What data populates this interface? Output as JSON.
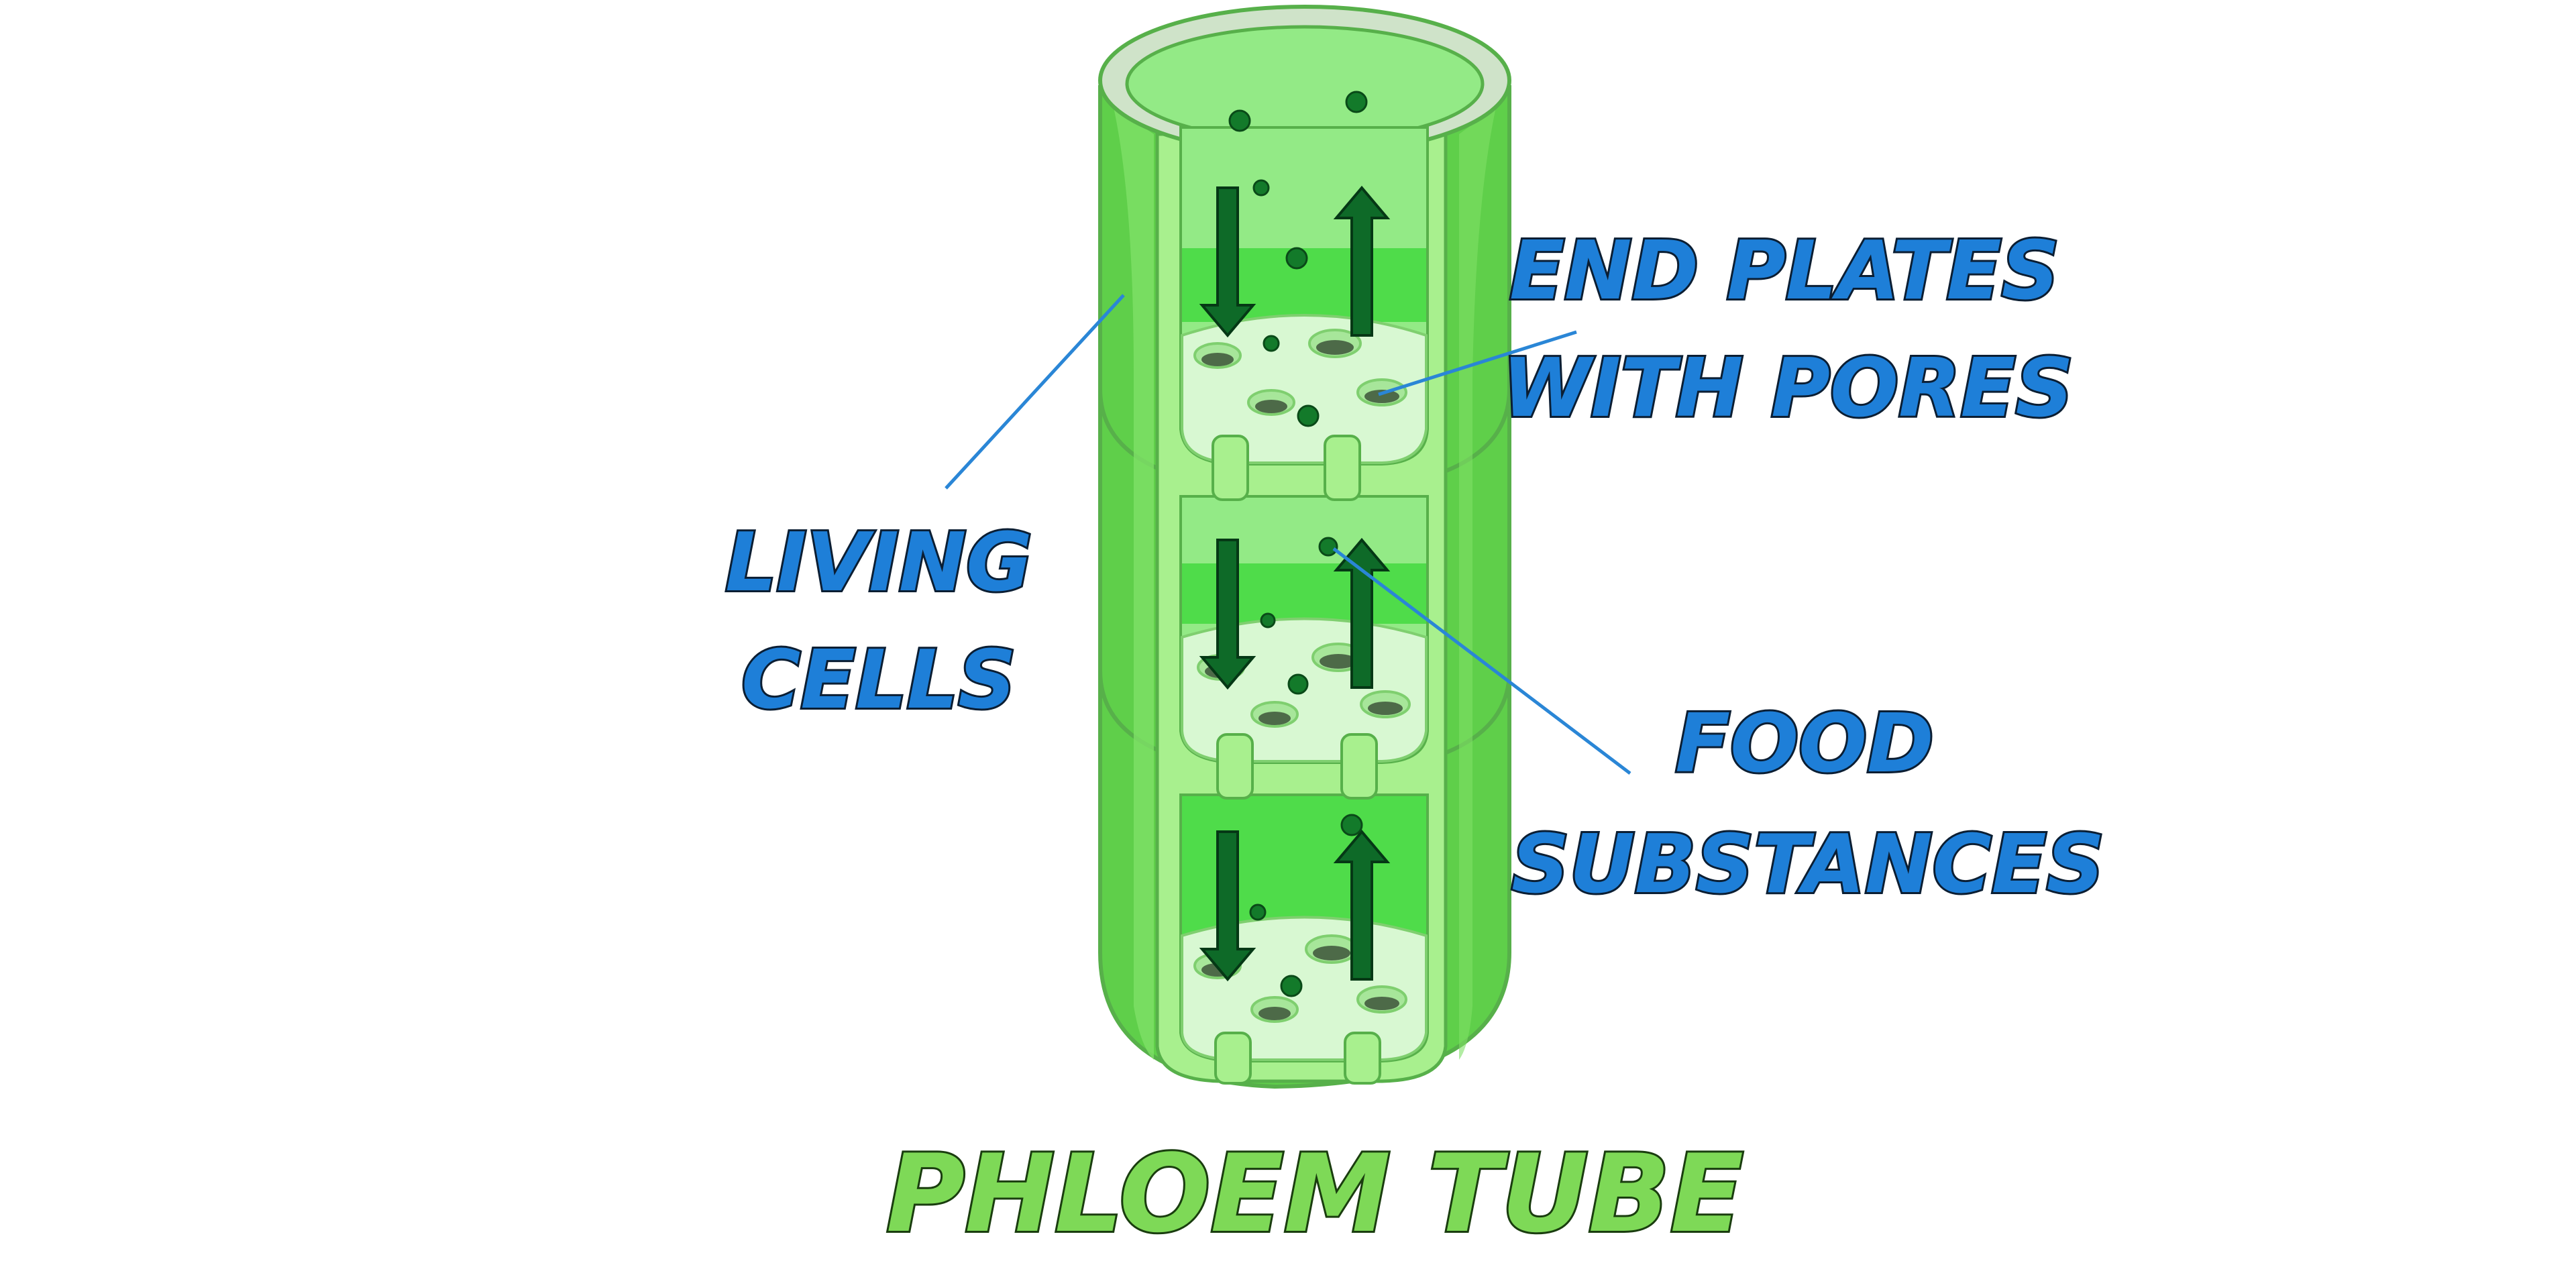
{
  "labels": {
    "living_cells_line1": "LIVING",
    "living_cells_line2": "CELLS",
    "end_plates_line1": "END PLATES",
    "end_plates_line2": "WITH PORES",
    "food_line1": "FOOD",
    "food_line2": "SUBSTANCES",
    "title": "PHLOEM TUBE"
  },
  "colors": {
    "label_fill": "#1e7fd8",
    "label_stroke": "#0b1e33",
    "title_fill": "#7ed957",
    "title_stroke": "#1a3d0f",
    "leader_line": "#2a86d6",
    "tube_outer": "#5fcf4a",
    "tube_outer_light": "#7ee066",
    "tube_edge": "#57b04a",
    "tube_inner_wall": "#a8f08e",
    "tube_cytoplasm": "#93ea86",
    "tube_cytoplasm_dark": "#4fdc4a",
    "end_plate": "#d8f8d2",
    "rim": "#cfe3c9",
    "pore": "#4d6a48",
    "arrow": "#0e6a28",
    "particle": "#137a2a"
  },
  "icons": {
    "arrow_down": "arrow-down-icon",
    "arrow_up": "arrow-up-icon",
    "particle": "food-particle-icon"
  }
}
